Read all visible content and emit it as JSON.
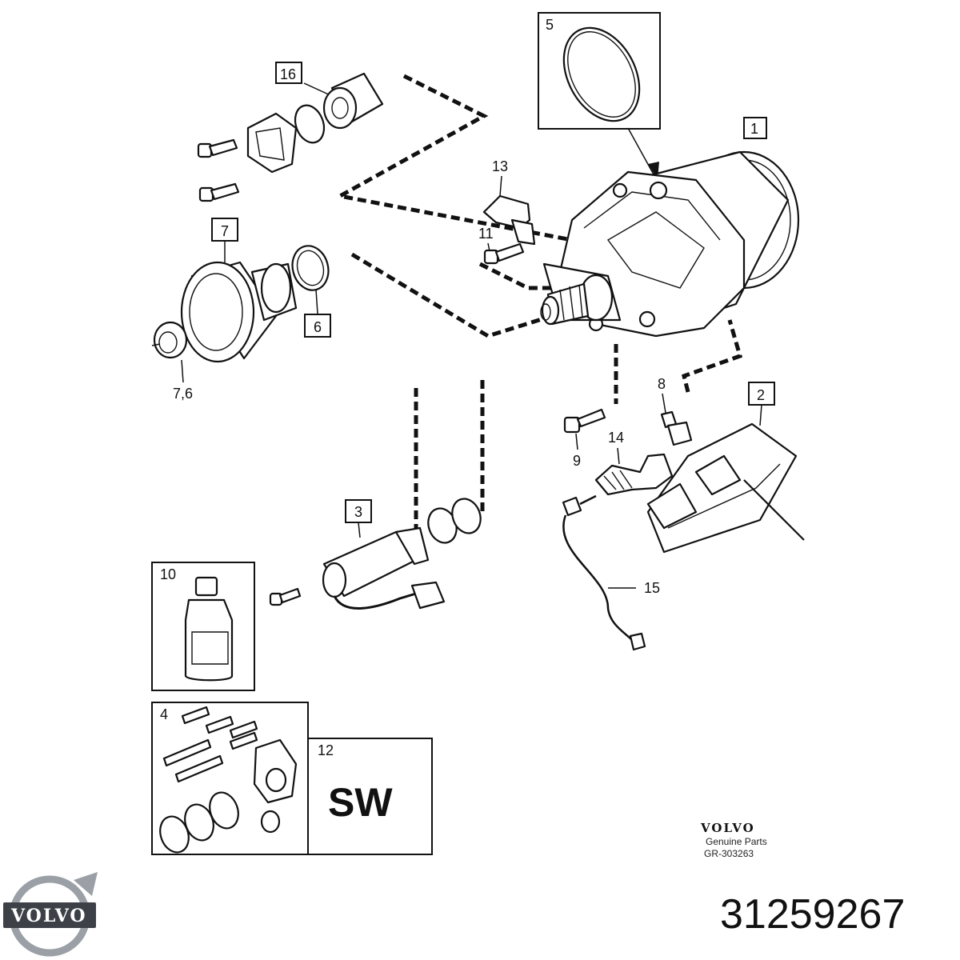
{
  "callouts": {
    "c1": "1",
    "c2": "2",
    "c3": "3",
    "c4": "4",
    "c5": "5",
    "c6": "6",
    "c7": "7",
    "c76": "7,6",
    "c8": "8",
    "c9": "9",
    "c10": "10",
    "c11": "11",
    "c12": "12",
    "c13": "13",
    "c14": "14",
    "c15": "15",
    "c16": "16"
  },
  "kit_box": {
    "label": "SW"
  },
  "footer": {
    "brand_wordmark": "VOLVO",
    "genuine_text": "Genuine Parts",
    "diagram_code": "GR-303263"
  },
  "logo": {
    "wordmark": "VOLVO"
  },
  "part_number": "31259267"
}
